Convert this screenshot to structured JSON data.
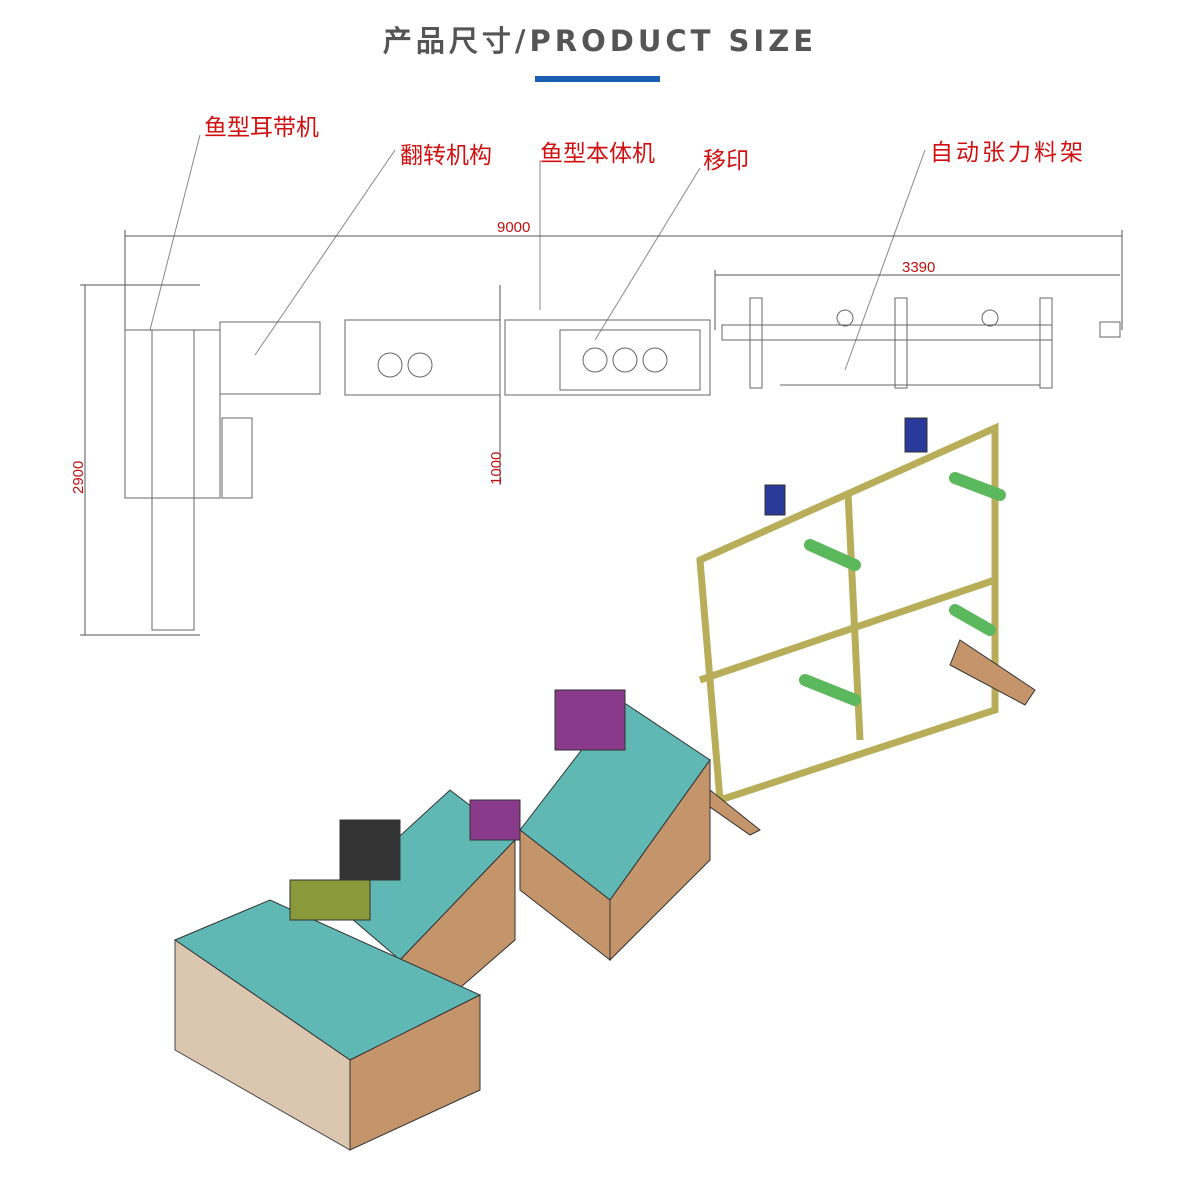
{
  "header": {
    "title": "产品尺寸/PRODUCT SIZE"
  },
  "labels": {
    "ear_loop_machine": "鱼型耳带机",
    "flip_mechanism": "翻转机构",
    "body_machine": "鱼型本体机",
    "pad_printing": "移印",
    "tension_rack": "自动张力料架"
  },
  "dimensions": {
    "total_length": "9000",
    "rack_length": "3390",
    "total_width": "2900",
    "body_width": "1000"
  },
  "colors": {
    "accent": "#1a5fb4",
    "label": "#d01010",
    "cabinet": "#c4956a",
    "table_top": "#5fb8b4",
    "frame": "#c9c27a"
  }
}
